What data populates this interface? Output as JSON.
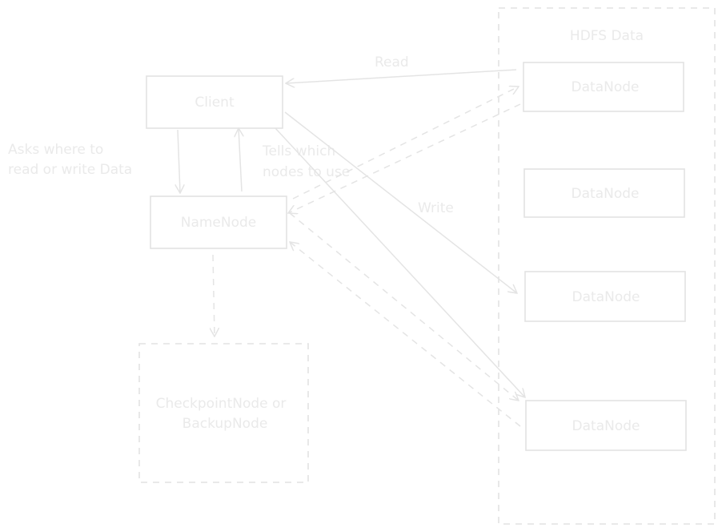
{
  "diagram": {
    "group_title": "HDFS Data",
    "client": "Client",
    "namenode": "NameNode",
    "datanodes": [
      "DataNode",
      "DataNode",
      "DataNode",
      "DataNode"
    ],
    "checkpoint_line1": "CheckpointNode or",
    "checkpoint_line2": "BackupNode",
    "asks_line1": "Asks where to",
    "asks_line2": "read or write Data",
    "tells_line1": "Tells which",
    "tells_line2": "nodes to use",
    "read_label": "Read",
    "write_label": "Write"
  },
  "colors": {
    "stroke": "#e2e2e2",
    "text": "#eaeaea"
  }
}
